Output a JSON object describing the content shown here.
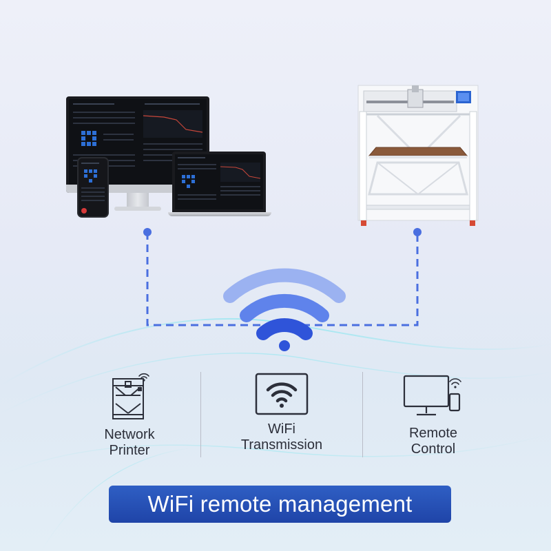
{
  "features": [
    {
      "label": "Network\nPrinter",
      "icon": "network-printer-icon"
    },
    {
      "label": "WiFi\nTransmission",
      "icon": "wifi-tablet-icon"
    },
    {
      "label": "Remote\nControl",
      "icon": "monitor-phone-icon"
    }
  ],
  "banner": {
    "text": "WiFi remote management"
  },
  "colors": {
    "accent": "#3a63d9",
    "connector": "#4a6fe0",
    "banner": "#2350b8",
    "label_text": "#2c2f3a"
  }
}
